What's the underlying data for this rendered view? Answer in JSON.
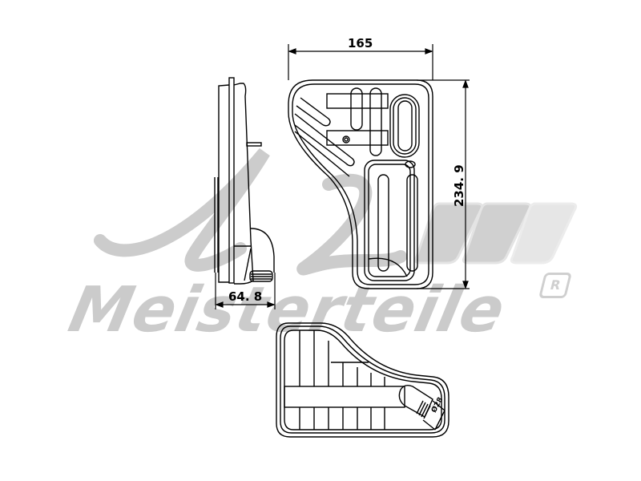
{
  "drawing": {
    "subject": "transmission oil filter technical drawing",
    "views": [
      "side-view",
      "top-view",
      "bottom-view"
    ]
  },
  "dimensions": {
    "width_top": "165",
    "height_right": "234. 9",
    "depth_side": "64. 8",
    "outlet_diameter": "Ø28"
  },
  "watermark": {
    "brand": "Meisterteile",
    "monogram": "A.Z",
    "registered_mark": "R",
    "color": "#c9c9c9"
  },
  "colors": {
    "line": "#000000",
    "background": "#ffffff",
    "watermark": "#c9c9c9"
  }
}
